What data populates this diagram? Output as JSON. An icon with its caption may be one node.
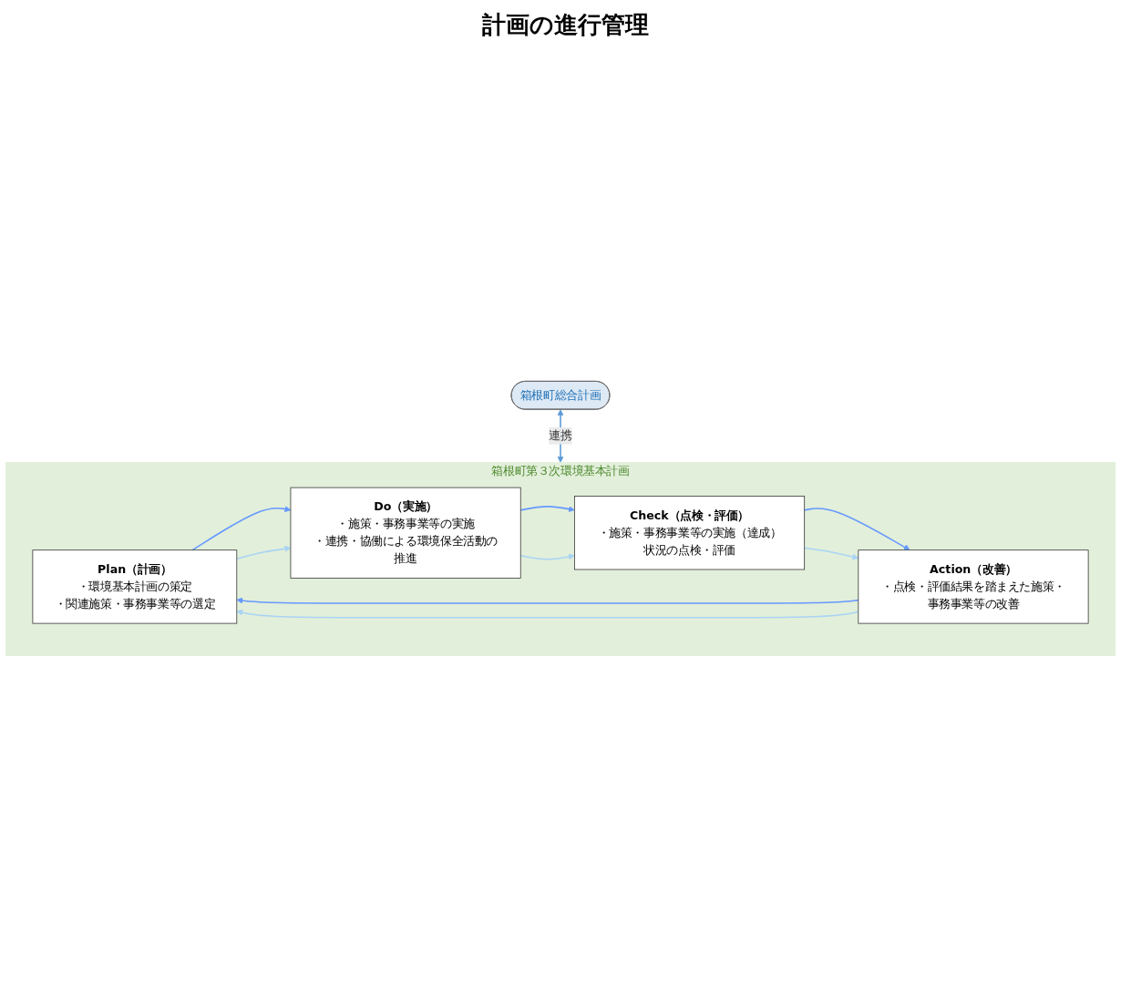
{
  "diagram": {
    "title": "計画の進行管理",
    "nodes": [
      {
        "text": [
          "箱根町総合計画"
        ]
      },
      {
        "text": [
          "箱根町第３次環境基本計画"
        ]
      },
      {
        "text": [
          "Plan（計画）",
          "・環境基本計画の策定",
          "・関連施策・事務事業等の選定"
        ],
        "in": 1
      },
      {
        "text": [
          "Do（実施）",
          "・施策・事務事業等の実施",
          "・連携・協働による環境保全活動の推進"
        ],
        "in": 1
      },
      {
        "text": [
          "Action（改善）",
          "・点検・評価結果を踏まえた施策・事務事業等の改善"
        ],
        "in": 1
      },
      {
        "text": [
          "Check（点検・評価）",
          "・施策・事務事業等の実施（達成）状況の点検・評価"
        ],
        "in": 1
      }
    ],
    "edges": [
      {
        "from": 0,
        "to": 1,
        "arrow": "both",
        "label": "連携",
        "color": "#5b9bd5"
      },
      {
        "from": 2,
        "to": 3,
        "arrow": "to",
        "color": "#6699ff"
      },
      {
        "from": 3,
        "to": 5,
        "arrow": "to",
        "color": "#6699ff"
      },
      {
        "from": 5,
        "to": 4,
        "arrow": "to",
        "color": "#6699ff"
      },
      {
        "from": 4,
        "to": 2,
        "arrow": "to",
        "color": "#6699ff"
      },
      {
        "from": 2,
        "to": 3,
        "arrow": "to",
        "color": "#a9d4f5"
      },
      {
        "from": 3,
        "to": 5,
        "arrow": "to",
        "color": "#a9d4f5"
      },
      {
        "from": 5,
        "to": 4,
        "arrow": "to",
        "color": "#a9d4f5"
      },
      {
        "from": 4,
        "to": 2,
        "arrow": "to",
        "color": "#a9d4f5"
      }
    ]
  }
}
